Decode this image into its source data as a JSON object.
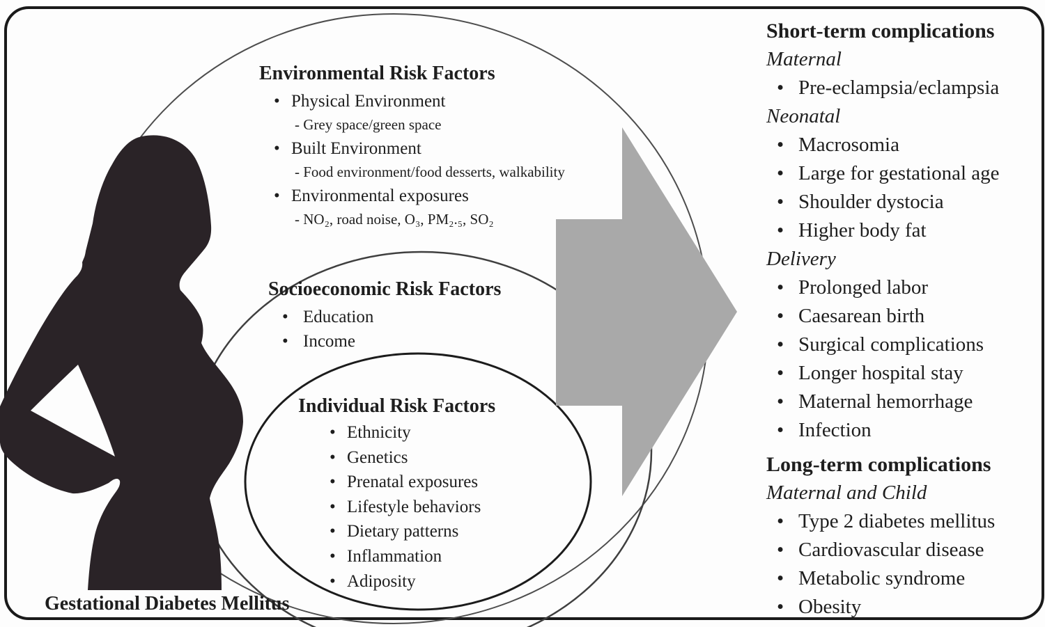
{
  "figure": {
    "label": "Gestational Diabetes Mellitus",
    "glyphs": {
      "bullet": "•"
    },
    "colors": {
      "ink": "#1e1e1e",
      "silhouette": "#2a2327",
      "arrow_gray": "#a9a9a9",
      "border": "#1a1a1a"
    },
    "risk_sections": {
      "environmental": {
        "title": "Environmental Risk Factors",
        "lines": [
          {
            "type": "bullet",
            "text": "Physical Environment"
          },
          {
            "type": "sub",
            "text": "- Grey space/green space"
          },
          {
            "type": "bullet",
            "text": "Built Environment"
          },
          {
            "type": "sub",
            "text": "- Food environment/food desserts, walkability"
          },
          {
            "type": "bullet",
            "text": "Environmental exposures"
          },
          {
            "type": "sub",
            "text": "- NO₂, road noise, O₃, PM₂.₅, SO₂"
          }
        ]
      },
      "socioeconomic": {
        "title": "Socioeconomic Risk Factors",
        "items": [
          "Education",
          "Income"
        ]
      },
      "individual": {
        "title": "Individual Risk Factors",
        "items": [
          "Ethnicity",
          "Genetics",
          "Prenatal exposures",
          "Lifestyle behaviors",
          "Dietary patterns",
          "Inflammation",
          "Adiposity"
        ]
      }
    },
    "complications": {
      "short_term": {
        "title": "Short-term complications",
        "groups": [
          {
            "heading": "Maternal",
            "items": [
              "Pre-eclampsia/eclampsia"
            ]
          },
          {
            "heading": "Neonatal",
            "items": [
              "Macrosomia",
              "Large for gestational age",
              "Shoulder dystocia",
              "Higher body fat"
            ]
          },
          {
            "heading": "Delivery",
            "items": [
              "Prolonged labor",
              "Caesarean birth",
              "Surgical complications",
              "Longer hospital stay",
              "Maternal hemorrhage",
              "Infection"
            ]
          }
        ]
      },
      "long_term": {
        "title": "Long-term complications",
        "groups": [
          {
            "heading": "Maternal and Child",
            "items": [
              "Type 2 diabetes mellitus",
              "Cardiovascular disease",
              "Metabolic syndrome",
              "Obesity"
            ]
          }
        ]
      }
    }
  }
}
